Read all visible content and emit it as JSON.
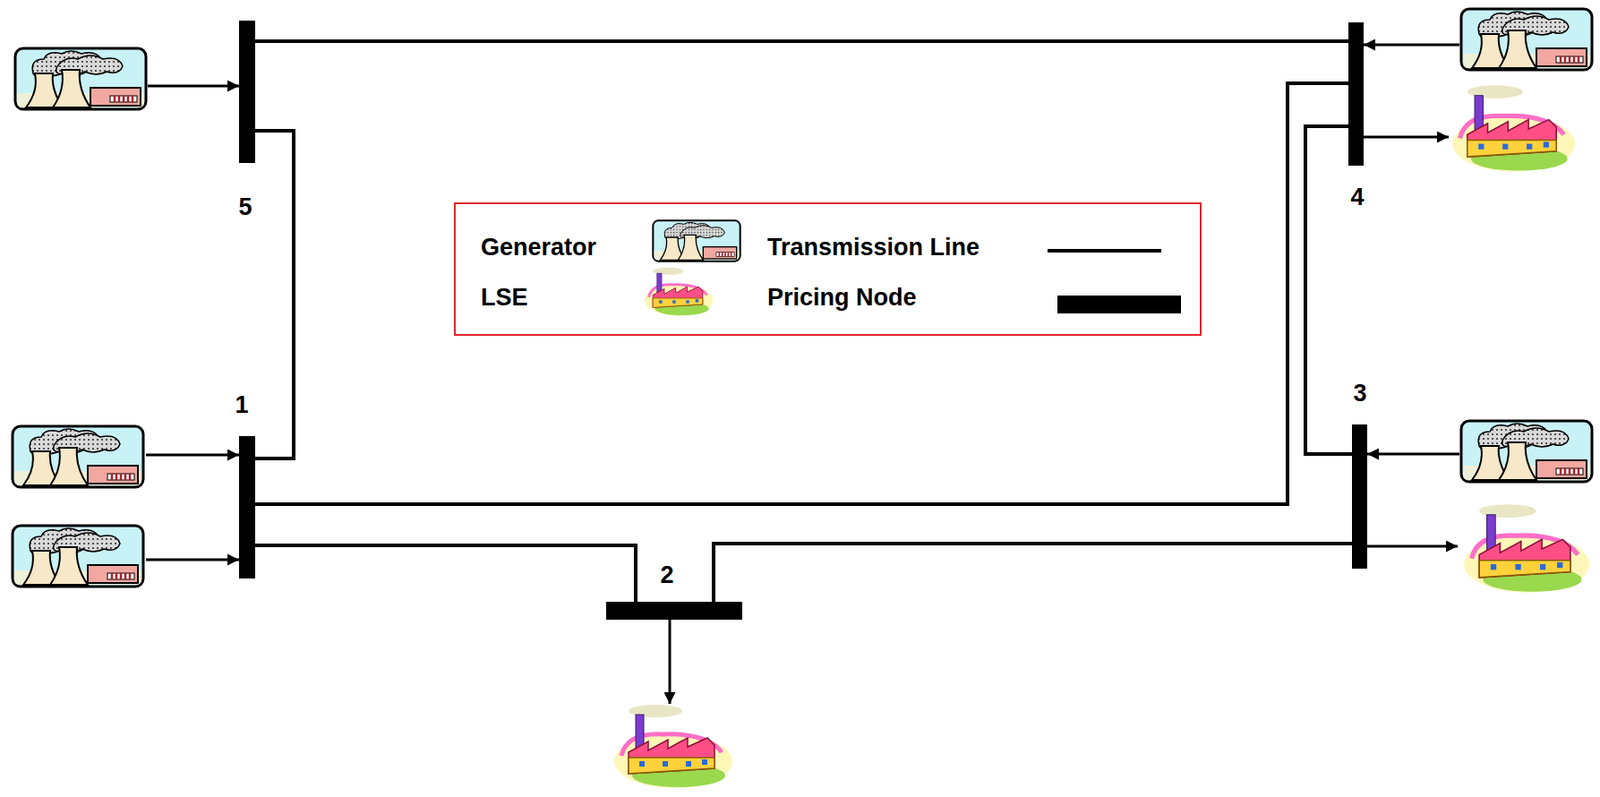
{
  "diagram": {
    "nodes": [
      {
        "text": [
          "5"
        ]
      },
      {
        "text": [
          "4"
        ]
      },
      {
        "text": [
          "1"
        ]
      },
      {
        "text": [
          "3"
        ]
      },
      {
        "text": [
          "2"
        ]
      }
    ],
    "edges": [
      {
        "from": 0,
        "to": 1,
        "arrow": "none"
      },
      {
        "from": 0,
        "to": 2,
        "arrow": "none"
      },
      {
        "from": 2,
        "to": 1,
        "arrow": "none"
      },
      {
        "from": 2,
        "to": 4,
        "arrow": "none"
      },
      {
        "from": 4,
        "to": 3,
        "arrow": "none"
      },
      {
        "from": 3,
        "to": 1,
        "arrow": "none"
      }
    ],
    "legend": [
      {
        "text": "Generator"
      },
      {
        "text": "Transmission Line"
      },
      {
        "text": "LSE"
      },
      {
        "text": "Pricing Node"
      }
    ]
  }
}
